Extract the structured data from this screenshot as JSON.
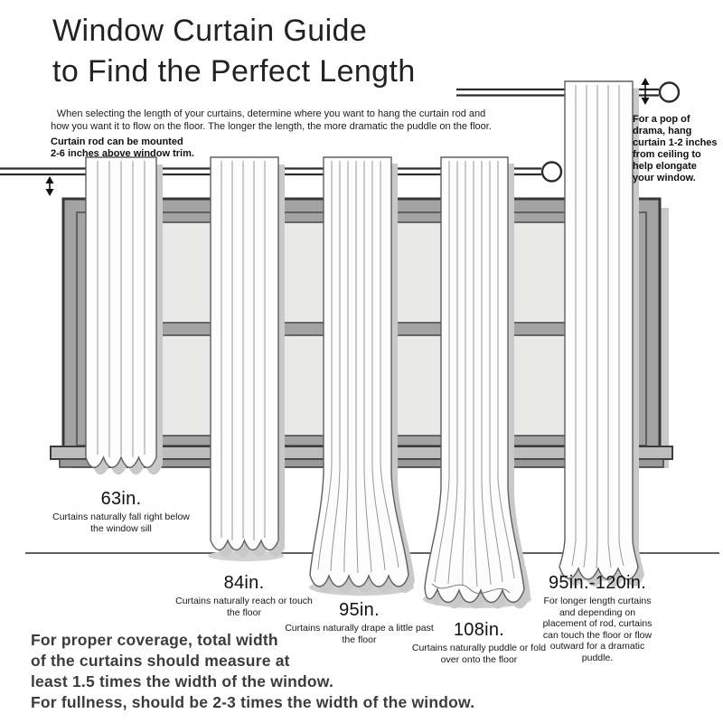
{
  "title": {
    "lines": [
      "Window Curtain Guide",
      "to Find the Perfect Length"
    ]
  },
  "intro": {
    "lines": [
      "When selecting the length of your curtains, determine where you want to hang the curtain rod and",
      "how you want it to flow on the floor. The longer the length, the more dramatic the puddle on the floor."
    ]
  },
  "notes": {
    "rod_mount": {
      "lines": [
        "Curtain rod can be mounted",
        "2-6 inches above window trim."
      ]
    },
    "ceiling_drama": {
      "lines": [
        "For a pop of",
        "drama, hang",
        "curtain 1-2 inches",
        "from ceiling to",
        "help elongate",
        "your window."
      ]
    }
  },
  "curtains": [
    {
      "length": "63in.",
      "description": "Curtains naturally fall right below the window sill"
    },
    {
      "length": "84in.",
      "description": "Curtains naturally reach or touch the floor"
    },
    {
      "length": "95in.",
      "description": "Curtains naturally drape a little past the floor"
    },
    {
      "length": "108in.",
      "description": "Curtains naturally puddle or fold over onto the floor"
    },
    {
      "length": "95in.-120in.",
      "description": "For longer length curtains and depending on placement of rod, curtains can touch the floor or flow outward for a dramatic puddle."
    }
  ],
  "footer": {
    "lines": [
      "For proper coverage, total width",
      "of the curtains should measure at",
      "least 1.5 times the width of the window.",
      "For fullness, should be 2-3 times the width of the window."
    ]
  },
  "colors": {
    "background": "#ffffff",
    "ink": "#1f1f1f",
    "window_frame": "#a3a3a3",
    "window_pane": "#e9e9e7",
    "shadow": "#c9c9c9",
    "curtain": "#fdfdfd"
  }
}
